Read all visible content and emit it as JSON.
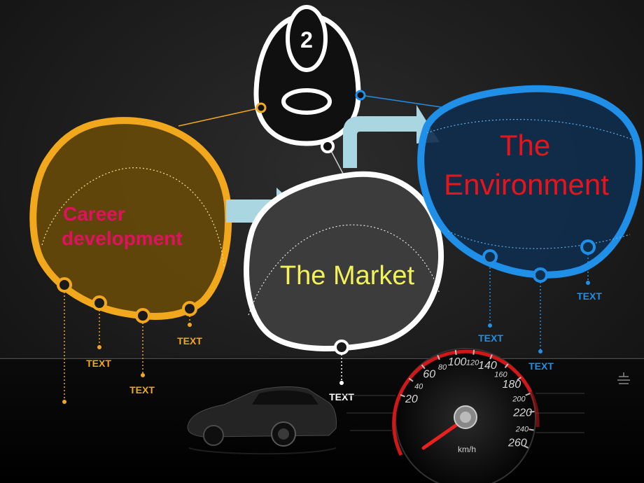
{
  "slide": {
    "step_number": "2"
  },
  "blobs": {
    "career": {
      "title_line1": "Career",
      "title_line2": "development"
    },
    "market": {
      "title": "The Market"
    },
    "environment": {
      "title_line1": "The",
      "title_line2": "Environment"
    }
  },
  "labels": {
    "career_1": "TEXT",
    "career_2": "TEXT",
    "career_3": "TEXT",
    "market_1": "TEXT",
    "env_1": "TEXT",
    "env_2": "TEXT",
    "env_3": "TEXT"
  },
  "speedometer": {
    "unit": "km/h",
    "ticks": [
      "20",
      "40",
      "60",
      "80",
      "100",
      "120",
      "140",
      "160",
      "180",
      "200",
      "220",
      "240",
      "260"
    ]
  },
  "colors": {
    "career": "#f2a81c",
    "career_text": "#e0125f",
    "market_text": "#f2f25a",
    "environment": "#1f8fe8",
    "environment_text": "#e8141c",
    "white": "#ffffff",
    "arrow": "#a9d6e0"
  },
  "icons": [
    "step-number-badge",
    "speedometer-gauge",
    "car-silhouette",
    "slide-nav-icon"
  ]
}
